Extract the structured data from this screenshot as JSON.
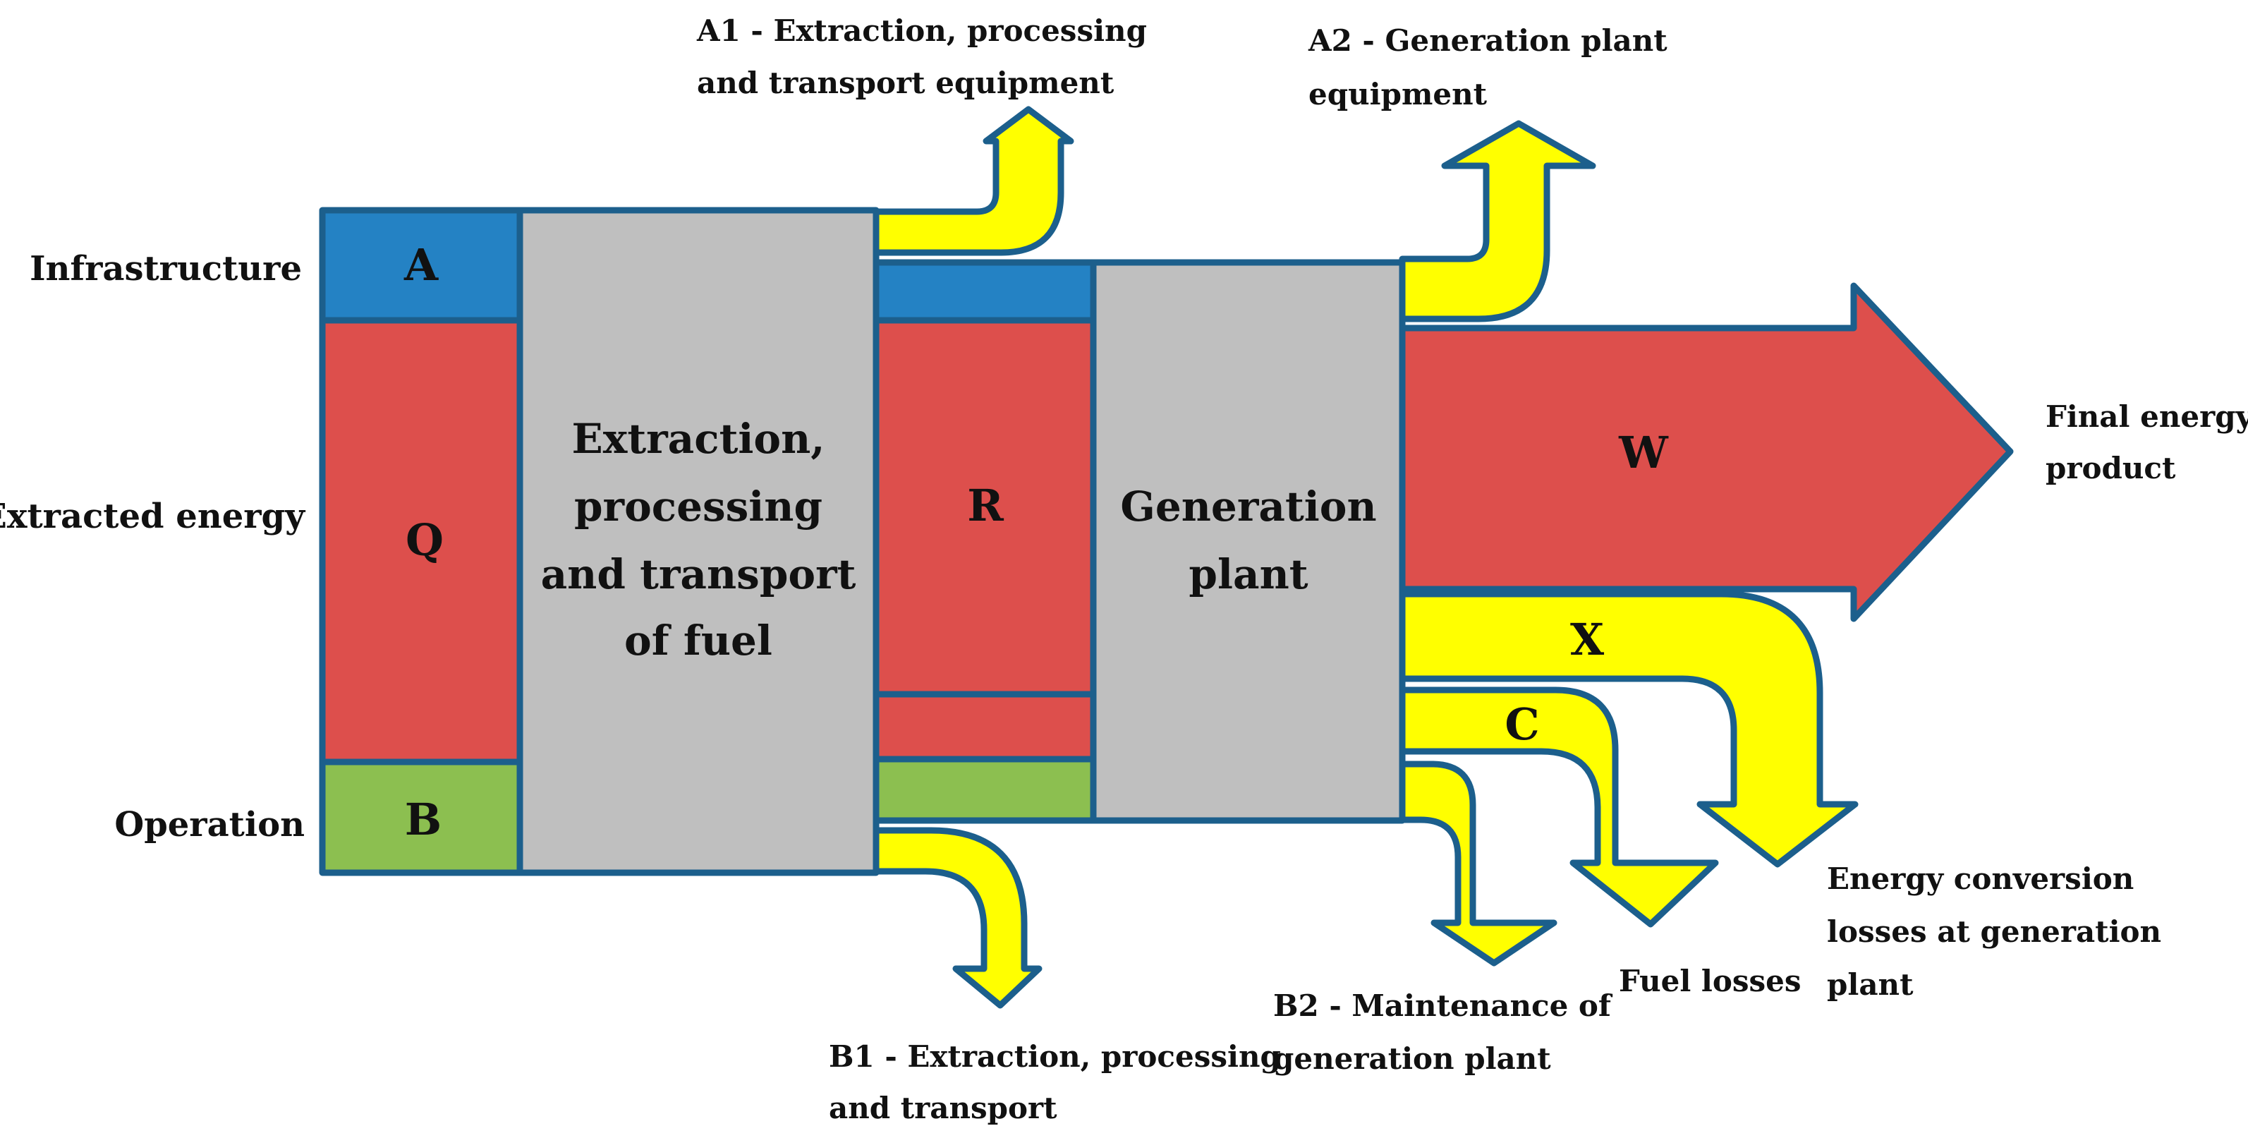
{
  "side_labels": {
    "infrastructure": "Infrastructure",
    "extracted_energy": "Extracted energy",
    "operation": "Operation"
  },
  "blocks": {
    "a": "A",
    "q": "Q",
    "b": "B",
    "r": "R",
    "w": "W",
    "x": "X",
    "c": "C"
  },
  "process_boxes": {
    "extraction_lines": [
      "Extraction,",
      "processing",
      "and transport",
      "of fuel"
    ],
    "generation_lines": [
      "Generation",
      "plant"
    ]
  },
  "outputs": {
    "a1_lines": [
      "A1 - Extraction, processing",
      "and transport equipment"
    ],
    "a2_lines": [
      "A2 - Generation plant",
      "equipment"
    ],
    "b1_lines": [
      "B1 - Extraction, processing",
      "and transport"
    ],
    "b2_lines": [
      "B2 - Maintenance of",
      "generation plant"
    ],
    "final_lines": [
      "Final energy",
      "product"
    ],
    "fuel_losses": "Fuel losses",
    "conversion_lines": [
      "Energy conversion",
      "losses at generation",
      "plant"
    ]
  },
  "colors": {
    "infrastructure": "#2482c4",
    "energy": "#dd4f4c",
    "operation": "#8cbf50",
    "process": "#bfbfbf",
    "loss": "#ffff00",
    "outline": "#1c5f8c"
  }
}
